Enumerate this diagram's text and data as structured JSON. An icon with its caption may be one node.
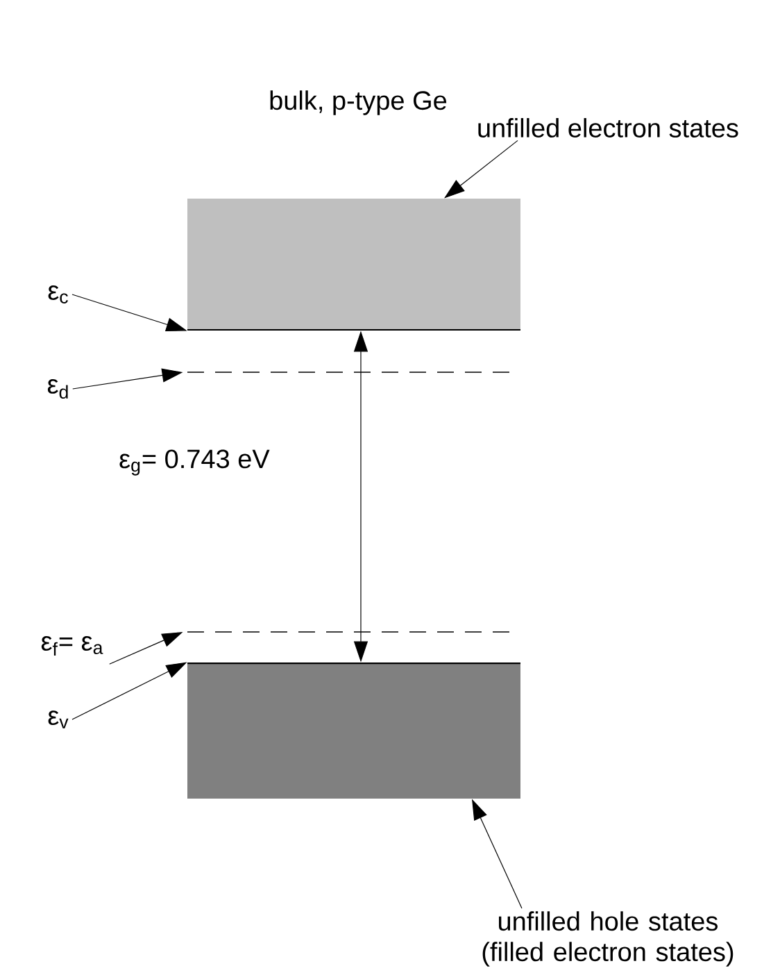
{
  "diagram": {
    "title": "bulk, p-type Ge",
    "nodes": [
      {
        "text": [
          "unfilled electron states"
        ]
      },
      {
        "text": [],
        "shape": "box"
      },
      {
        "text": [],
        "shape": "line"
      },
      {
        "text": [],
        "shape": "line"
      },
      {
        "text": [],
        "shape": "box"
      },
      {
        "text": [
          "ε$_{c}$"
        ]
      },
      {
        "text": [
          "ε$_{d}$"
        ]
      },
      {
        "text": [
          "ε$_{f}$= ε$_{a}$"
        ]
      },
      {
        "text": [
          "ε$_{v}$"
        ]
      },
      {
        "text": [
          "unfilled hole states (filled electron states)"
        ]
      }
    ],
    "edges": [
      {
        "from": 0,
        "to": 1,
        "arrow": "to"
      },
      {
        "from": 5,
        "to": 1,
        "arrow": "to"
      },
      {
        "from": 6,
        "to": 2,
        "arrow": "to"
      },
      {
        "from": 1,
        "to": 4,
        "arrow": "both"
      },
      {
        "from": 7,
        "to": 3,
        "arrow": "to"
      },
      {
        "from": 8,
        "to": 4,
        "arrow": "to"
      },
      {
        "from": 9,
        "to": 4,
        "arrow": "to"
      }
    ],
    "labels": [
      "ε$_{g}$= 0.743 eV"
    ]
  }
}
